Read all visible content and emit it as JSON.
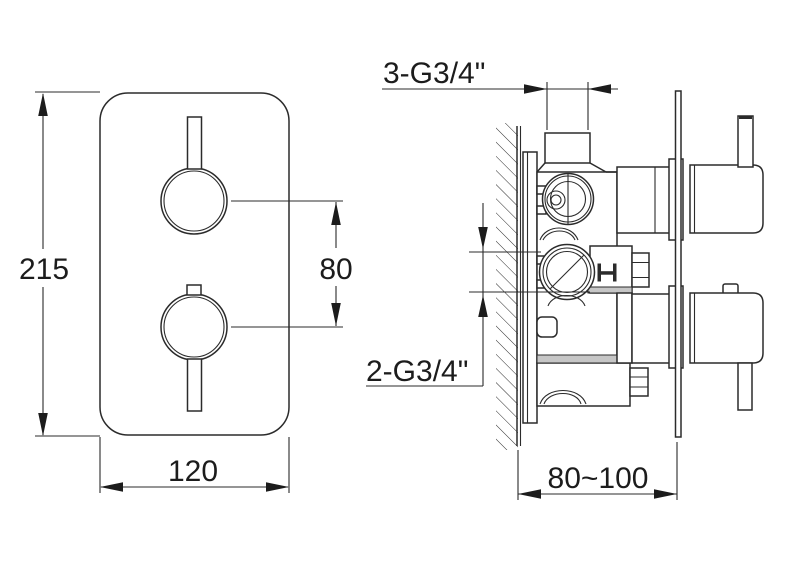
{
  "drawing": {
    "title": "thermostatic-concealed-shower-valve-dimension-drawing",
    "front_view": {
      "height_dim": "215",
      "width_dim": "120",
      "handle_spacing_dim": "80"
    },
    "side_view": {
      "top_ports_dim": "3-G3/4\"",
      "side_ports_dim": "2-G3/4\"",
      "install_depth_dim": "80~100"
    },
    "colors": {
      "line": "#2b2b2b",
      "background": "#ffffff",
      "rail_gray": "#c6c6c6"
    }
  }
}
